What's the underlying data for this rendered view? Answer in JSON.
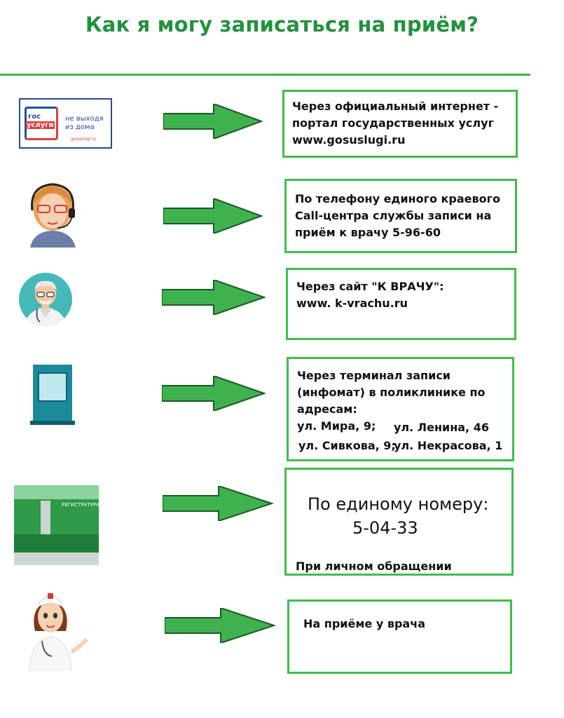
{
  "title": "Как я могу записаться на приём?",
  "colors": {
    "accent": "#23913e",
    "box_border": "#3fbd4c",
    "arrow": "#3fb24f"
  },
  "gosuslugi": {
    "logo_top": "гос",
    "logo_bottom": "услуги",
    "slogan_line1": "не выходя",
    "slogan_line2": "из дома",
    "site": "gosuslugi.ru"
  },
  "registry_sign": "РЕГИСТРАТУРА",
  "methods": [
    {
      "icon": "gosuslugi-logo",
      "text": "Через официальный интернет -\nпортал государственных услуг\nwww.gosuslugi.ru"
    },
    {
      "icon": "call-center-operator",
      "text": "По телефону единого краевого\nCall-центра службы записи на\nприём к врачу 5-96-60"
    },
    {
      "icon": "doctor-avatar",
      "text": "Через сайт \"К ВРАЧУ\":\nwww. k-vrachu.ru"
    },
    {
      "icon": "terminal-kiosk",
      "text": "Через терминал записи\n(инфомат) в поликлинике по\nадресам:",
      "addresses": [
        "ул. Мира, 9;",
        "ул. Ленина, 46",
        "ул. Сивкова, 9;",
        "ул. Некрасова, 1"
      ]
    },
    {
      "icon": "registry-desk",
      "big_line1": "По единому номеру:",
      "big_line2": "5-04-33",
      "text": "При личном обращении"
    },
    {
      "icon": "nurse",
      "text": "На приёме у врача"
    }
  ]
}
